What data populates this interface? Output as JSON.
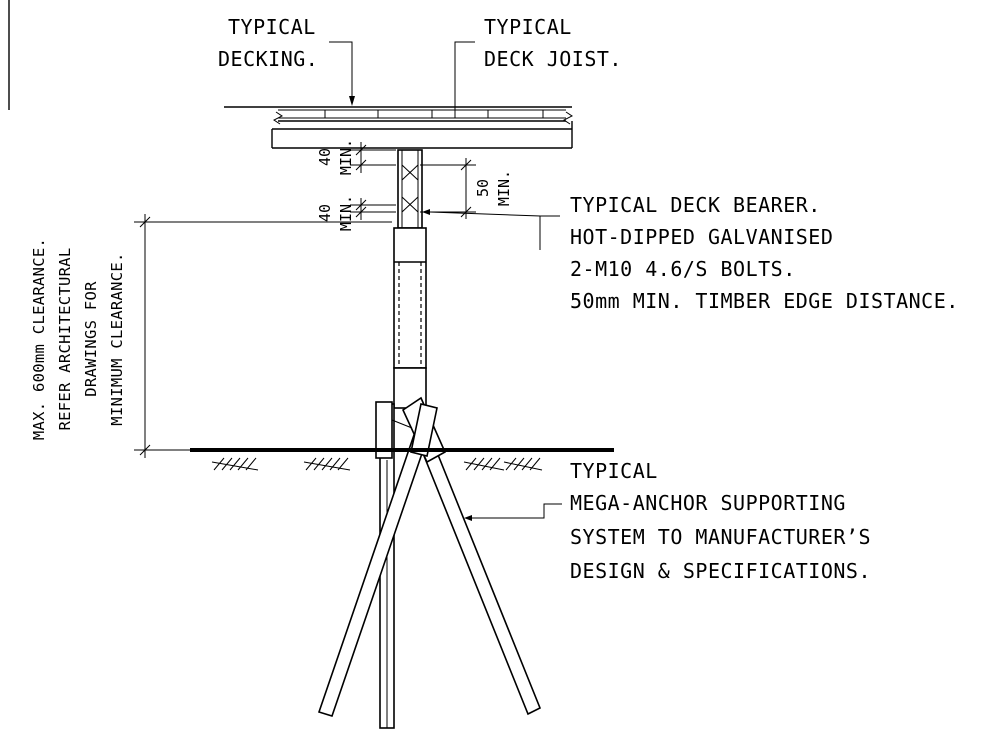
{
  "labels": {
    "decking": [
      "TYPICAL",
      "DECKING."
    ],
    "joist": [
      "TYPICAL",
      "DECK JOIST."
    ],
    "bearer": [
      "TYPICAL DECK BEARER.",
      "HOT-DIPPED GALVANISED",
      "2-M10 4.6/S BOLTS.",
      "50mm MIN. TIMBER EDGE DISTANCE."
    ],
    "anchor": [
      "TYPICAL",
      "MEGA-ANCHOR SUPPORTING",
      "SYSTEM TO MANUFACTURER’S",
      "DESIGN & SPECIFICATIONS."
    ],
    "clearance": [
      "MAX. 600mm CLEARANCE.",
      "REFER ARCHITECTURAL",
      "DRAWINGS FOR",
      "MINIMUM CLEARANCE."
    ]
  },
  "dimensions": {
    "top_edge": {
      "value": "40",
      "note": "MIN."
    },
    "bolt_spacing": {
      "value": "50",
      "note": "MIN."
    },
    "bottom_edge": {
      "value": "40",
      "note": "MIN."
    }
  }
}
